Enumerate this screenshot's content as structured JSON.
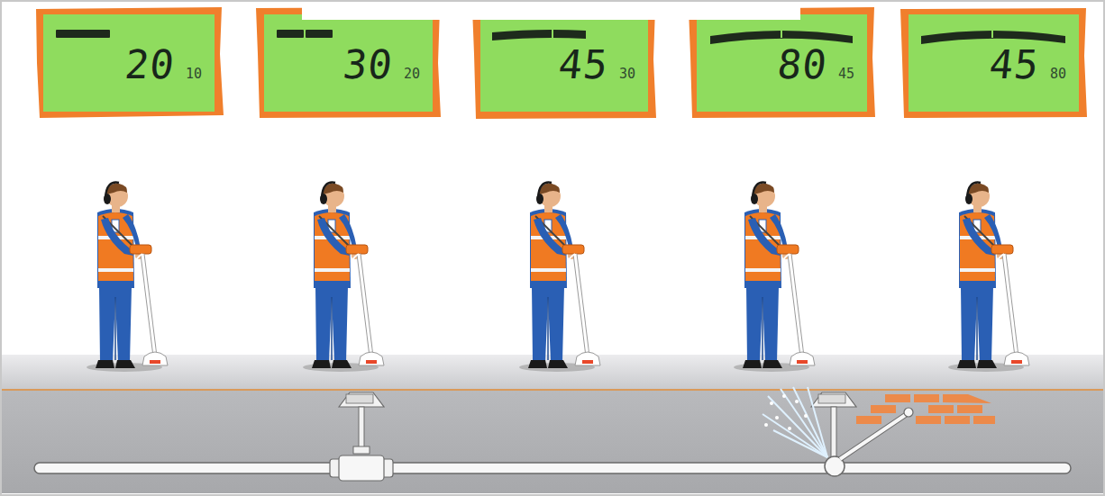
{
  "diagram": {
    "nodes": [
      {
        "text": [
          "20",
          "10"
        ]
      },
      {
        "text": [
          "30",
          "20"
        ]
      },
      {
        "text": [
          "45",
          "30"
        ]
      },
      {
        "text": [
          "80",
          "45"
        ]
      },
      {
        "text": [
          "45",
          "80"
        ]
      }
    ]
  }
}
